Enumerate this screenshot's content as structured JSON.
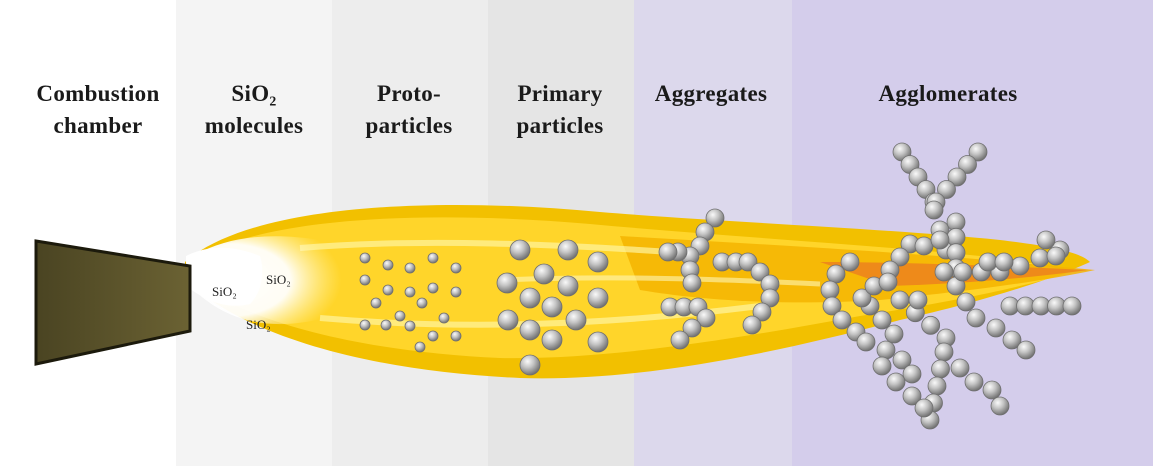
{
  "stages": [
    {
      "id": "combustion",
      "lines": [
        "Combustion",
        "chamber"
      ]
    },
    {
      "id": "molecules",
      "lines": [
        "SiO₂",
        "molecules"
      ]
    },
    {
      "id": "proto",
      "lines": [
        "Proto-",
        "particles"
      ]
    },
    {
      "id": "primary",
      "lines": [
        "Primary",
        "particles"
      ]
    },
    {
      "id": "aggregates",
      "lines": [
        "Aggregates"
      ]
    },
    {
      "id": "agglomerates",
      "lines": [
        "Agglomerates"
      ]
    }
  ],
  "molecule_labels": [
    "SiO₂",
    "SiO₂",
    "SiO₂"
  ],
  "colors": {
    "panel_molecules": "#f3f3f3",
    "panel_proto": "#ececec",
    "panel_primary": "#e4e4e4",
    "panel_aggregates": "#dcd8ec",
    "panel_agglomerates": "#d3cceb",
    "flame_outer": "#f5c400",
    "flame_mid": "#ffd93a",
    "flame_core": "#ffffff",
    "flame_tip": "#f08a1c",
    "chamber": "#57502a",
    "particle": "#b5b5b5"
  }
}
